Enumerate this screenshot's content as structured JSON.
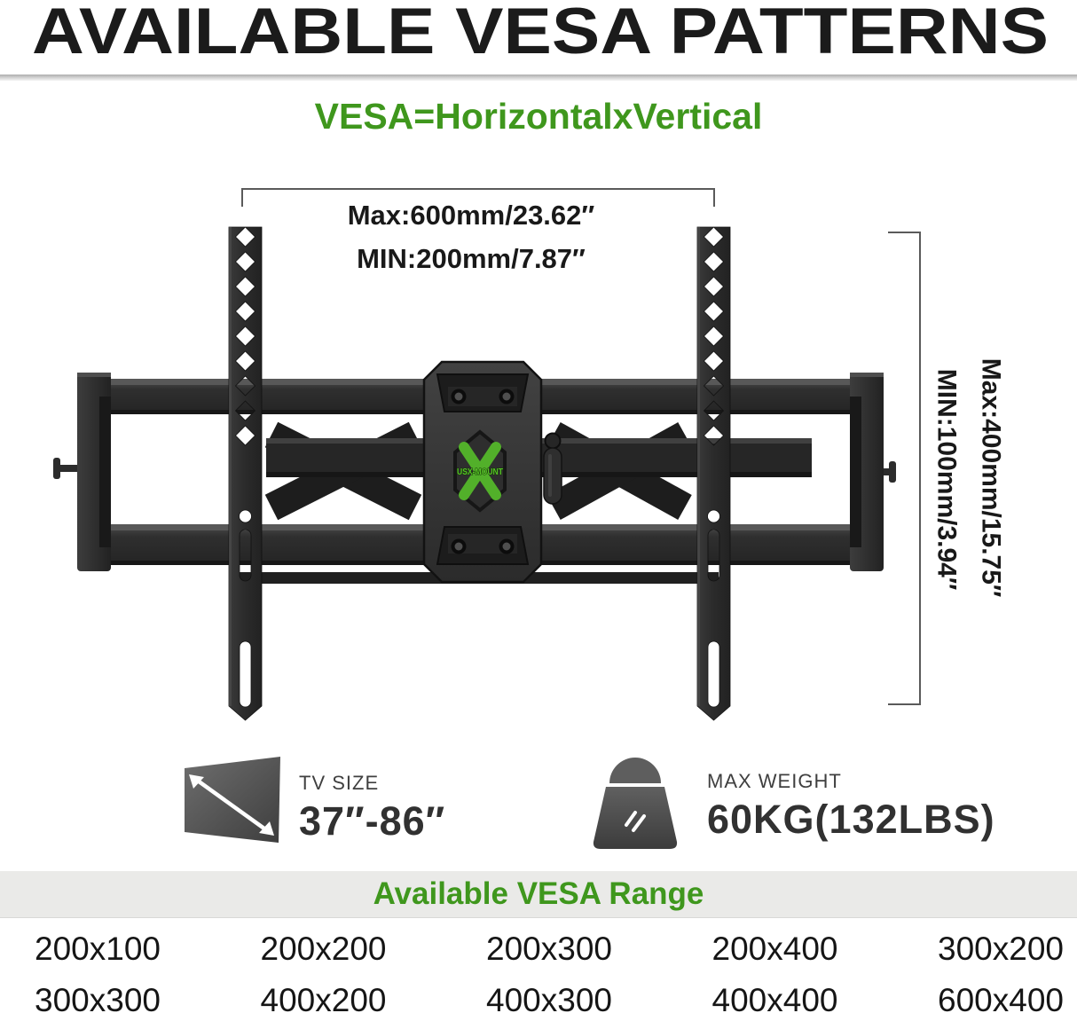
{
  "title": "AVAILABLE VESA PATTERNS",
  "subtitle": "VESA=HorizontalxVertical",
  "dimension_labels": {
    "horizontal_max": "Max:600mm/23.62″",
    "horizontal_min": "MIN:200mm/7.87″",
    "vertical_max": "Max:400mm/15.75″",
    "vertical_min": "MIN:100mm/3.94″"
  },
  "logo_text": "USX-MOUNT",
  "specs": {
    "tv_size": {
      "label": "TV SIZE",
      "value": "37″-86″"
    },
    "max_weight": {
      "label": "MAX WEIGHT",
      "value": "60KG(132LBS)"
    }
  },
  "vesa_range": {
    "heading": "Available VESA Range",
    "rows": [
      [
        "200x100",
        "200x200",
        "200x300",
        "200x400",
        "300x200"
      ],
      [
        "300x300",
        "400x200",
        "400x300",
        "400x400",
        "600x400"
      ]
    ]
  },
  "colors": {
    "accent_green": "#3f971d",
    "logo_green": "#52b02a",
    "band_gray": "#eaeae8",
    "text_dark": "#1b1b1b"
  }
}
